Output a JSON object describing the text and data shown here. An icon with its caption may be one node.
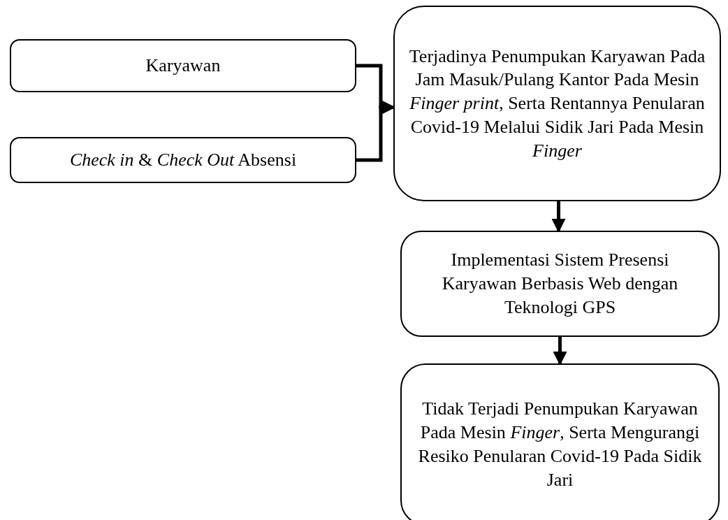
{
  "diagram": {
    "nodes": [
      {
        "text": [
          "Karyawan"
        ]
      },
      {
        "text": [
          "*Check in* & *Check Out* Absensi"
        ]
      },
      {
        "text": [
          "Terjadinya Penumpukan Karyawan Pada Jam Masuk/Pulang Kantor Pada Mesin *Finger print*, Serta Rentannya Penularan Covid-19 Melalui Sidik Jari Pada Mesin *Finger*"
        ]
      },
      {
        "text": [
          "Implementasi Sistem Presensi Karyawan Berbasis Web dengan Teknologi GPS"
        ]
      },
      {
        "text": [
          "Tidak Terjadi Penumpukan Karyawan Pada Mesin *Finger*, Serta Mengurangi Resiko Penularan Covid-19 Pada Sidik Jari"
        ]
      }
    ],
    "edges": [
      {
        "from": 0,
        "to": 2,
        "arrow": "to"
      },
      {
        "from": 1,
        "to": 2,
        "arrow": "to"
      },
      {
        "from": 2,
        "to": 3,
        "arrow": "to"
      },
      {
        "from": 3,
        "to": 4,
        "arrow": "to"
      }
    ]
  }
}
